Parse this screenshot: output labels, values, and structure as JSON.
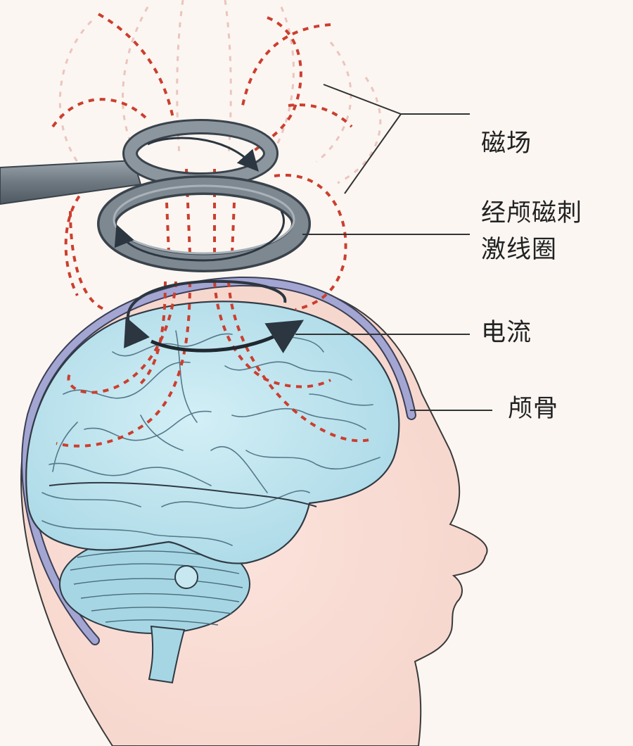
{
  "labels": {
    "magnetic_field": "磁场",
    "coil_line1": "经颅磁刺",
    "coil_line2": "激线圈",
    "current": "电流",
    "skull": "颅骨"
  },
  "colors": {
    "background": "#fbf6f2",
    "skin": "#f7ddd4",
    "skull": "#9a9cc9",
    "brain": "#bde3ee",
    "field_lines": "#cc3e2e",
    "coil": "#6f7a83",
    "leader_lines": "#333333"
  },
  "icons": [
    "head-profile",
    "brain",
    "cerebellum",
    "brainstem",
    "tms-coil",
    "field-lines",
    "current-arrow"
  ]
}
